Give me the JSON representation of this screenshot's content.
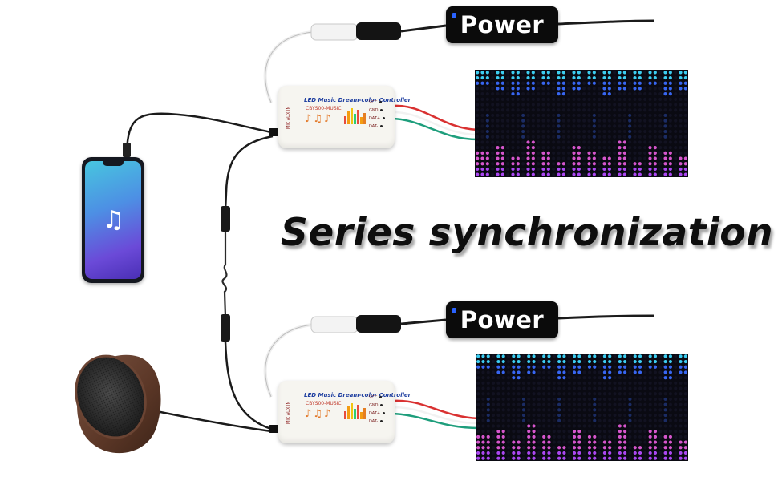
{
  "headline": "Series synchronization",
  "power_label": "Power",
  "controller": {
    "title": "LED Music Dream-color Controller",
    "model": "CBYS00-MUSIC",
    "side_label": "MIC AUX IN",
    "pins": [
      "VCC",
      "GND",
      "DAT+",
      "DAT-"
    ]
  },
  "colors": {
    "cable": "#1b1b1b",
    "power_badge_bg": "#0b0b0b",
    "power_badge_text": "#ffffff",
    "led_cyan": "#3fd9ff",
    "led_blue": "#3b6cff",
    "led_purple": "#b44bff",
    "led_magenta": "#e25bd8",
    "wire_red": "#d93131",
    "wire_green": "#1e9e7c",
    "wire_white": "#f2f2f2"
  },
  "icons": {
    "phone_screen": "music-note-icon",
    "speaker": "bluetooth-speaker-icon"
  }
}
